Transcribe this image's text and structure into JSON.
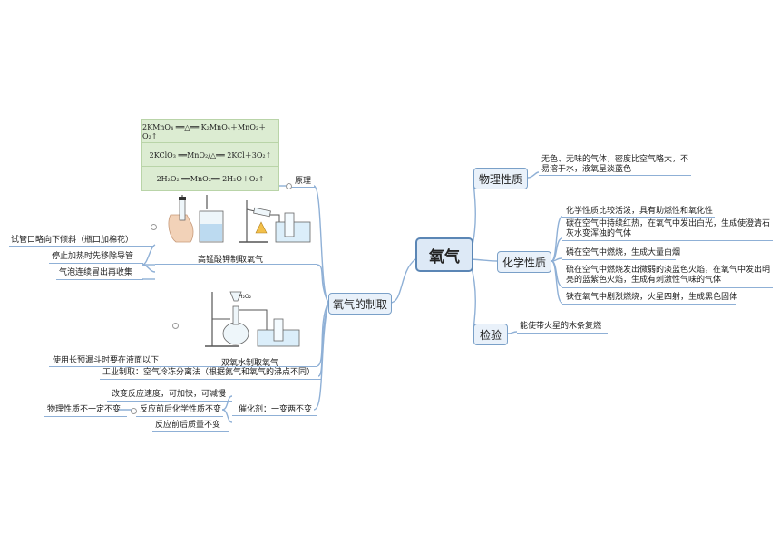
{
  "root": "氧气",
  "right": {
    "physical": {
      "label": "物理性质",
      "text": "无色、无味的气体，密度比空气略大，不易溶于水，液氧呈淡蓝色"
    },
    "chemical": {
      "label": "化学性质",
      "items": [
        "化学性质比较活泼，具有助燃性和氧化性",
        "碳在空气中持续红热，在氧气中发出白光，生成使澄清石灰水变浑浊的气体",
        "磷在空气中燃烧，生成大量白烟",
        "硫在空气中燃烧发出微弱的淡蓝色火焰，在氧气中发出明亮的蓝紫色火焰，生成有刺激性气味的气体",
        "铁在氧气中剧烈燃烧，火星四射，生成黑色固体"
      ]
    },
    "test": {
      "label": "检验",
      "text": "能使带火星的木条复燃"
    }
  },
  "left": {
    "preparation": {
      "label": "氧气的制取",
      "principle_label": "原理",
      "formulas": [
        "2KMnO₄ ══△══ K₂MnO₄＋MnO₂＋O₂↑",
        "2KClO₃ ══MnO₂/△══ 2KCl＋3O₂↑",
        "2H₂O₂ ══MnO₂══ 2H₂O＋O₂↑"
      ],
      "kmno4_caption": "高锰酸钾制取氧气",
      "kmno4_notes": [
        "试管口略向下倾斜（瓶口加棉花）",
        "停止加热时先移除导管",
        "气泡连续冒出再收集"
      ],
      "h2o2_caption": "双氧水制取氧气",
      "h2o2_note": "使用长预漏斗时要在液面以下",
      "industrial": "工业制取：空气冷冻分离法（根据氮气和氧气的沸点不同）",
      "catalyst_label": "催化剂：一变两不变",
      "catalyst_items": [
        "改变反应速度，可加快，可减慢",
        "反应前后化学性质不变",
        "反应前后质量不变"
      ],
      "catalyst_sub": "物理性质不一定不变",
      "diagram_label_h2o2": "H₂O₂"
    }
  },
  "colors": {
    "line": "#8fb0d6",
    "node_border": "#7aa0c8",
    "node_fill": "#e9f1fa",
    "formula_fill": "#dcecd2"
  }
}
